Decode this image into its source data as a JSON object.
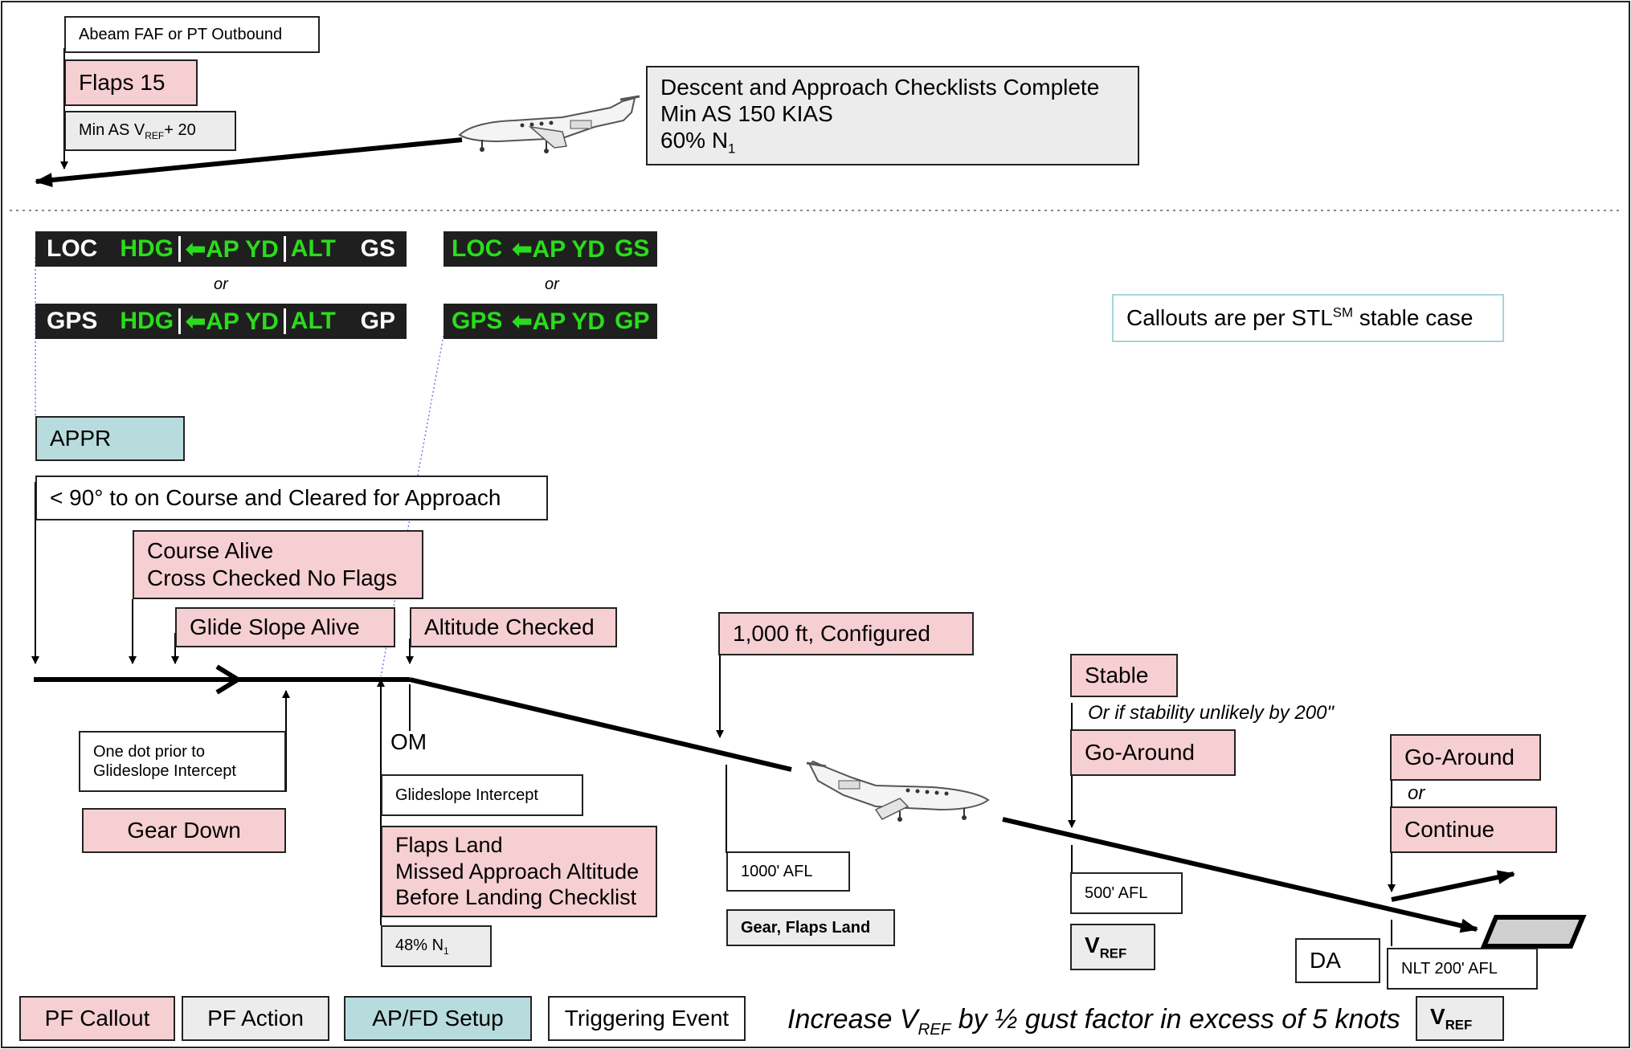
{
  "top": {
    "abeam_event": "Abeam FAF or PT Outbound",
    "flaps15": "Flaps 15",
    "min_as_pre": "Min AS V",
    "min_as_sub": "REF",
    "min_as_post": "+ 20",
    "checklist_line1": "Descent and Approach Checklists Complete",
    "checklist_line2": "Min AS 150 KIAS",
    "checklist_line3_pre": "60% N",
    "checklist_line3_sub": "1"
  },
  "fma": {
    "or_label": "or",
    "row1_left": [
      "LOC",
      "HDG",
      "⬅AP YD",
      "ALT",
      "GS"
    ],
    "row2_left": [
      "GPS",
      "HDG",
      "⬅AP YD",
      "ALT",
      "GP"
    ],
    "row1_right": [
      "LOC",
      "⬅AP YD",
      "GS"
    ],
    "row2_right": [
      "GPS",
      "⬅AP YD",
      "GP"
    ]
  },
  "callouts_note": {
    "pre": "Callouts are per STL",
    "sup": "SM",
    "post": " stable case"
  },
  "appr": "APPR",
  "cleared": "< 90° to on Course and Cleared for Approach",
  "course_alive_1": "Course Alive",
  "course_alive_2": "Cross Checked No Flags",
  "glide_slope_alive": "Glide Slope Alive",
  "altitude_checked": "Altitude Checked",
  "one_dot_1": "One dot prior to",
  "one_dot_2": "Glideslope Intercept",
  "gear_down": "Gear Down",
  "om": "OM",
  "gs_intercept": "Glideslope Intercept",
  "flaps_land_1": "Flaps Land",
  "flaps_land_2": "Missed Approach Altitude",
  "flaps_land_3": "Before Landing Checklist",
  "n1_48_pre": "48% N",
  "n1_48_sub": "1",
  "configured": "1,000 ft, Configured",
  "afl1000": "1000' AFL",
  "gear_flaps_land": "Gear, Flaps Land",
  "stable": "Stable",
  "stability_note": "Or if stability unlikely by 200\"",
  "go_around": "Go-Around",
  "afl500": "500' AFL",
  "vref_pre": "V",
  "vref_sub": "REF",
  "go_around_2": "Go-Around",
  "or_2": "or",
  "continue": "Continue",
  "da": "DA",
  "nlt200": "NLT 200' AFL",
  "legend": {
    "pf_callout": "PF Callout",
    "pf_action": "PF Action",
    "apfd_setup": "AP/FD Setup",
    "trigger": "Triggering Event"
  },
  "gust": {
    "pre": "Increase V",
    "sub": "REF",
    "post": " by ½ gust factor in excess of 5 knots"
  },
  "colors": {
    "pink": "#f6cfd2",
    "gray": "#ececec",
    "teal": "#b8dcdd",
    "fma_green": "#2bdc1c",
    "fma_bg": "#1f1f1f"
  }
}
